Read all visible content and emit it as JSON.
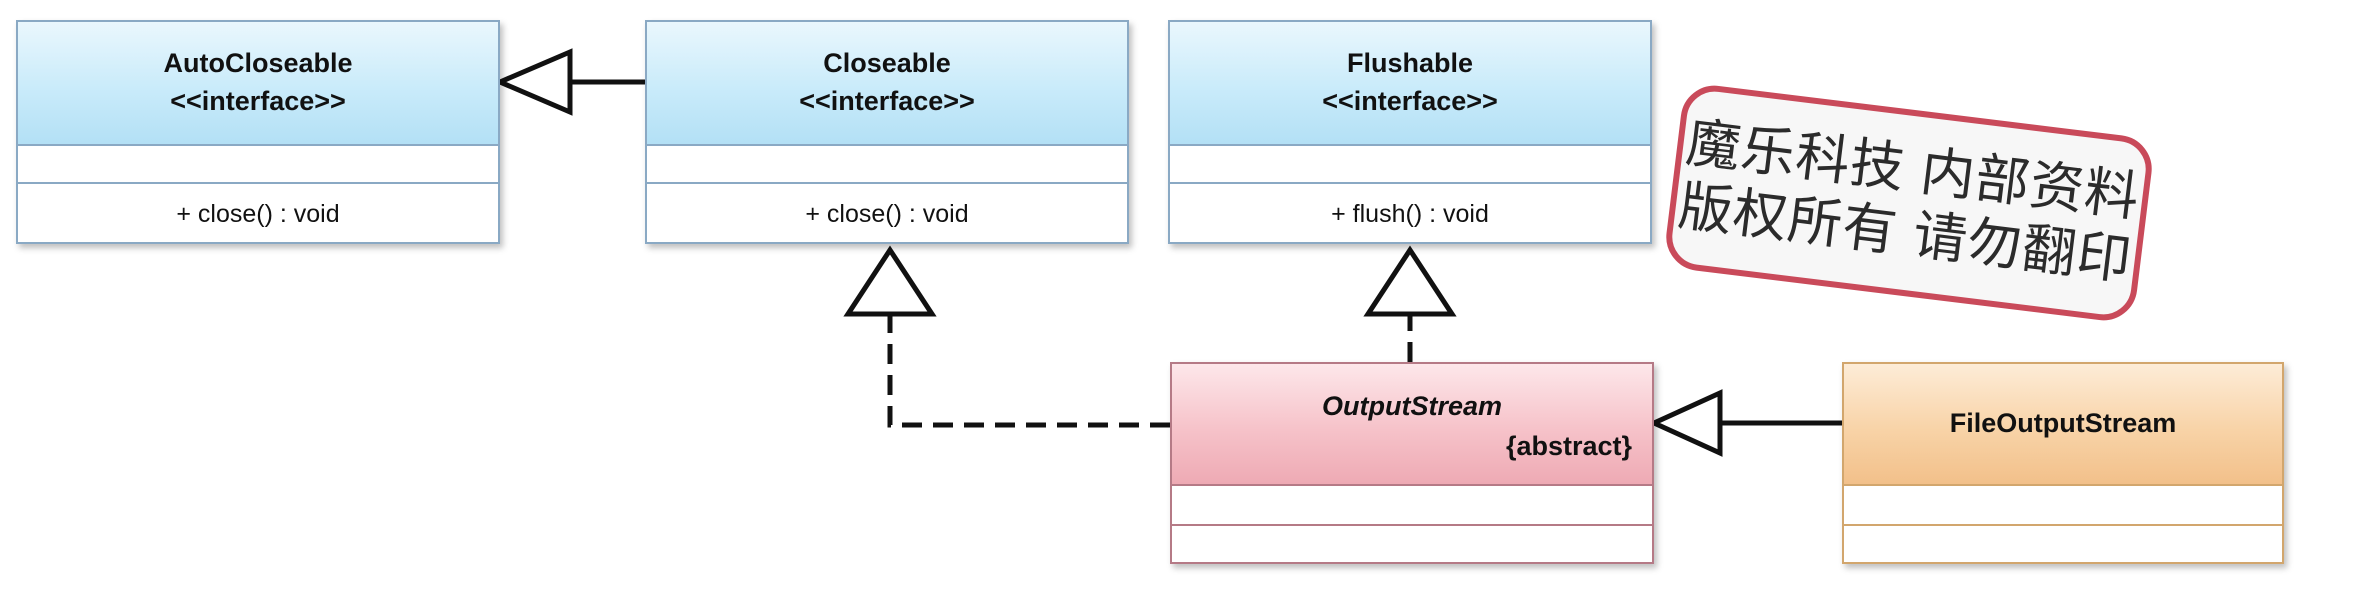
{
  "diagram": {
    "classes": {
      "autocloseable": {
        "name": "AutoCloseable",
        "stereotype": "<<interface>>",
        "operation": "+ close() : void"
      },
      "closeable": {
        "name": "Closeable",
        "stereotype": "<<interface>>",
        "operation": "+ close() : void"
      },
      "flushable": {
        "name": "Flushable",
        "stereotype": "<<interface>>",
        "operation": "+ flush() : void"
      },
      "outputstream": {
        "name": "OutputStream",
        "modifier": "{abstract}"
      },
      "fileoutputstream": {
        "name": "FileOutputStream"
      }
    },
    "colors": {
      "interface_fill": "#c9ebfa",
      "abstract_fill": "#f6c2c9",
      "concrete_fill": "#f8d3a7",
      "stamp_border": "#c94a5a"
    },
    "relations": [
      {
        "from": "Closeable",
        "to": "AutoCloseable",
        "kind": "generalization"
      },
      {
        "from": "OutputStream",
        "to": "Closeable",
        "kind": "realization"
      },
      {
        "from": "OutputStream",
        "to": "Flushable",
        "kind": "realization"
      },
      {
        "from": "FileOutputStream",
        "to": "OutputStream",
        "kind": "generalization"
      }
    ]
  },
  "watermark": {
    "line1": "魔乐科技 内部资料",
    "line2": "版权所有 请勿翻印"
  }
}
